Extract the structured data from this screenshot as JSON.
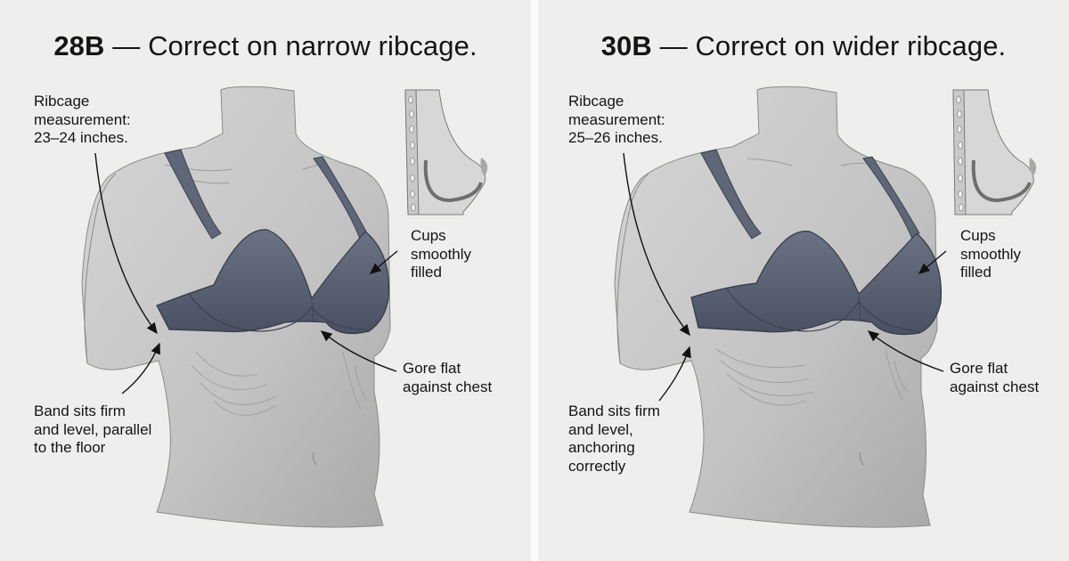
{
  "panels": [
    {
      "id": "28B",
      "title": {
        "size": "28B",
        "separator": "—",
        "text": "Correct on narrow ribcage."
      },
      "labels": {
        "ribcage": "Ribcage\nmeasurement:\n23–24 inches.",
        "cups": "Cups\nsmoothly\nfilled",
        "gore": "Gore flat\nagainst chest",
        "band": "Band sits firm\nand level, parallel\nto the floor"
      }
    },
    {
      "id": "30B",
      "title": {
        "size": "30B",
        "separator": "—",
        "text": "Correct on wider ribcage."
      },
      "labels": {
        "ribcage": "Ribcage\nmeasurement:\n25–26 inches.",
        "cups": "Cups\nsmoothly\nfilled",
        "gore": "Gore flat\nagainst chest",
        "band": "Band sits firm\nand level,\nanchoring\ncorrectly"
      }
    }
  ],
  "colors": {
    "background": "#eeeeed",
    "divider": "#fbfbfb",
    "mannequin": "#c4c4c4",
    "bra": "#5e6677",
    "bra_dark": "#454c5a",
    "text": "#141414"
  }
}
